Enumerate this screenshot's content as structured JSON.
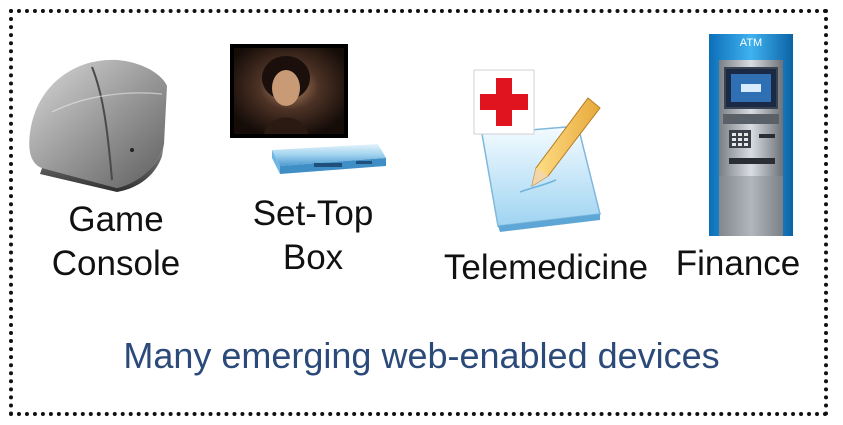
{
  "devices": [
    {
      "id": "game-console",
      "label": "Game\nConsole",
      "icon": "game-console-icon"
    },
    {
      "id": "set-top-box",
      "label": "Set-Top\nBox",
      "icon": "set-top-box-icon"
    },
    {
      "id": "telemedicine",
      "label": "Telemedicine",
      "icon": "telemedicine-icon"
    },
    {
      "id": "finance",
      "label": "Finance",
      "icon": "atm-icon"
    }
  ],
  "atm_sign": "ATM",
  "caption": "Many emerging web-enabled devices",
  "colors": {
    "caption": "#2b4a7a",
    "border": "#111111",
    "cross": "#e0141e",
    "atm_blue": "#1d8fd8"
  }
}
